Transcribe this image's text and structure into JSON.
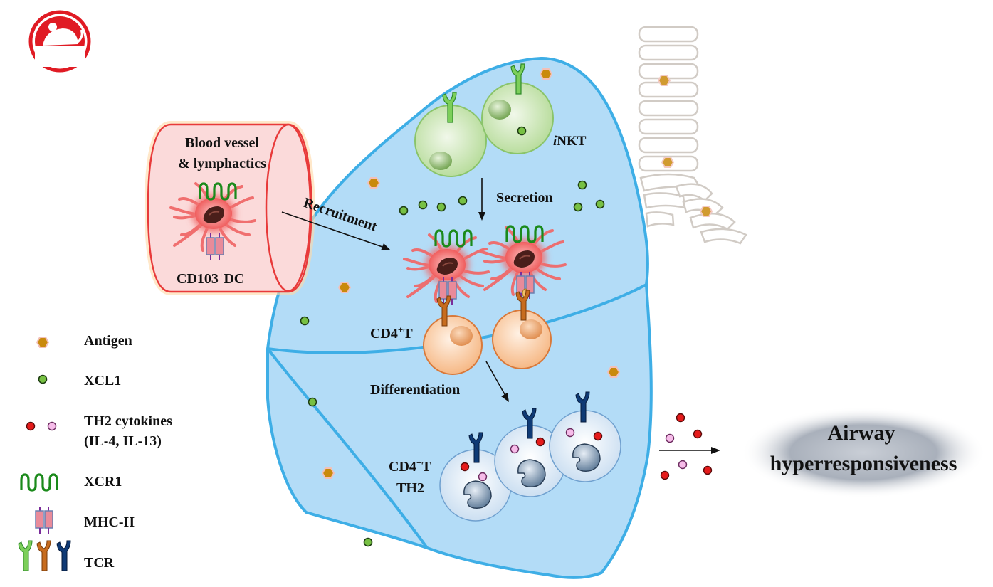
{
  "labels": {
    "vessel_line1": "Blood vessel",
    "vessel_line2": "& lymphactics",
    "dc_prefix": "CD103",
    "dc_sup": "+",
    "dc_suffix": "DC",
    "recruitment": "Recruitment",
    "inkt_i": "i",
    "inkt_rest": "NKT",
    "secretion": "Secretion",
    "cd4t_prefix": "CD4",
    "cd4t_sup": "+",
    "cd4t_suffix": "T",
    "differentiation": "Differentiation",
    "th2_line1_prefix": "CD4",
    "th2_line1_sup": "+",
    "th2_line1_suffix": "T",
    "th2_line2": "TH2",
    "ahr_line1": "Airway",
    "ahr_line2": "hyperresponsiveness"
  },
  "legend": {
    "antigen": "Antigen",
    "xcl1": "XCL1",
    "th2_line1": "TH2 cytokines",
    "th2_line2": "(IL-4, IL-13)",
    "xcr1": "XCR1",
    "mhc": "MHC-II",
    "tcr": "TCR"
  },
  "colors": {
    "lung_fill": "#b3dcf7",
    "lung_stroke": "#3eaee6",
    "vessel_fill": "#f9d0d0",
    "vessel_stroke": "#e83a3a",
    "dc_body": "#f06262",
    "inkt": "#c9e6b4",
    "cd4t": "#f9c79a",
    "th2": "#e4f0fb",
    "antigen": "#c88a0e",
    "xcl1": "#7cc34a",
    "il_red": "#e51b1b",
    "il_pink": "#f4b3e8",
    "ahr_ellipse": "#8e98a6",
    "logo": "#e01b24"
  },
  "icons": [
    "mouse-logo-icon",
    "antigen-icon",
    "xcl1-icon",
    "th2-cytokine-icon",
    "xcr1-icon",
    "mhc-ii-icon",
    "tcr-icon"
  ]
}
